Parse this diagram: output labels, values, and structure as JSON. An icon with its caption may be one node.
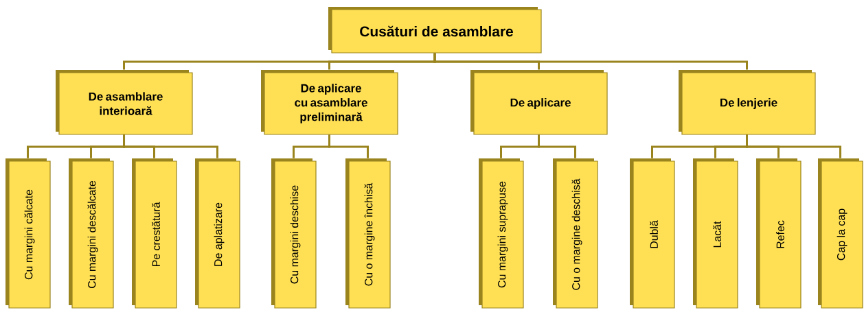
{
  "diagram": {
    "nodes": [
      {
        "text": [
          "Cusături de asamblare"
        ]
      },
      {
        "text": [
          "De asamblare interioară"
        ]
      },
      {
        "text": [
          "De aplicare cu asamblare preliminară"
        ]
      },
      {
        "text": [
          "De aplicare"
        ]
      },
      {
        "text": [
          "De lenjerie"
        ]
      },
      {
        "text": [
          "Cu margini călcate"
        ]
      },
      {
        "text": [
          "Cu margini descălcate"
        ]
      },
      {
        "text": [
          "Pe crestătură"
        ]
      },
      {
        "text": [
          "De aplatizare"
        ]
      },
      {
        "text": [
          "Cu margini deschise"
        ]
      },
      {
        "text": [
          "Cu o margine închisă"
        ]
      },
      {
        "text": [
          "Cu margini suprapuse"
        ]
      },
      {
        "text": [
          "Cu o margine deschisă"
        ]
      },
      {
        "text": [
          "Dublă"
        ]
      },
      {
        "text": [
          "Lacăt"
        ]
      },
      {
        "text": [
          "Refec"
        ]
      },
      {
        "text": [
          "Cap la cap"
        ]
      }
    ],
    "edges": [
      {
        "from": 0,
        "to": 1,
        "arrow": "none"
      },
      {
        "from": 0,
        "to": 2,
        "arrow": "none"
      },
      {
        "from": 0,
        "to": 3,
        "arrow": "none"
      },
      {
        "from": 0,
        "to": 4,
        "arrow": "none"
      },
      {
        "from": 1,
        "to": 5,
        "arrow": "none"
      },
      {
        "from": 1,
        "to": 6,
        "arrow": "none"
      },
      {
        "from": 1,
        "to": 7,
        "arrow": "none"
      },
      {
        "from": 1,
        "to": 8,
        "arrow": "none"
      },
      {
        "from": 2,
        "to": 9,
        "arrow": "none"
      },
      {
        "from": 2,
        "to": 10,
        "arrow": "none"
      },
      {
        "from": 3,
        "to": 11,
        "arrow": "none"
      },
      {
        "from": 3,
        "to": 12,
        "arrow": "none"
      },
      {
        "from": 4,
        "to": 13,
        "arrow": "none"
      },
      {
        "from": 4,
        "to": 14,
        "arrow": "none"
      },
      {
        "from": 4,
        "to": 15,
        "arrow": "none"
      },
      {
        "from": 4,
        "to": 16,
        "arrow": "none"
      }
    ]
  }
}
